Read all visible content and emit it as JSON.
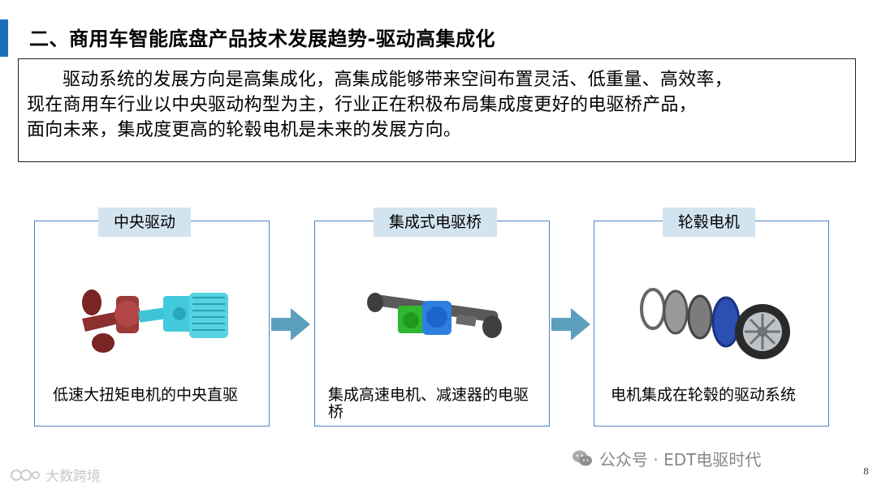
{
  "slide": {
    "title": "二、商用车智能底盘产品技术发展趋势-驱动高集成化",
    "intro_lines": [
      "驱动系统的发展方向是高集成化，高集成能够带来空间布置灵活、低重量、高效率，",
      "现在商用车行业以中央驱动构型为主，行业正在积极布局集成度更好的电驱桥产品，",
      "面向未来，集成度更高的轮毂电机是未来的发展方向。"
    ],
    "accent_color": "#1a6fb6",
    "panel_border_color": "#4f83bf",
    "tag_color": "#d3e4f1",
    "arrow_color": "#5b9fbd",
    "panels": [
      {
        "tag": "中央驱动",
        "caption": "低速大扭矩电机的中央直驱",
        "image": "central-drive-axle"
      },
      {
        "tag": "集成式电驱桥",
        "caption": "集成高速电机、减速器的电驱桥",
        "image": "integrated-e-axle"
      },
      {
        "tag": "轮毂电机",
        "caption": "电机集成在轮毂的驱动系统",
        "image": "in-wheel-motor"
      }
    ],
    "footer": {
      "brand": "公众号 · EDT电驱时代",
      "brand_icon": "wechat-icon",
      "page_number": "8"
    },
    "watermark": "大数跨境"
  }
}
